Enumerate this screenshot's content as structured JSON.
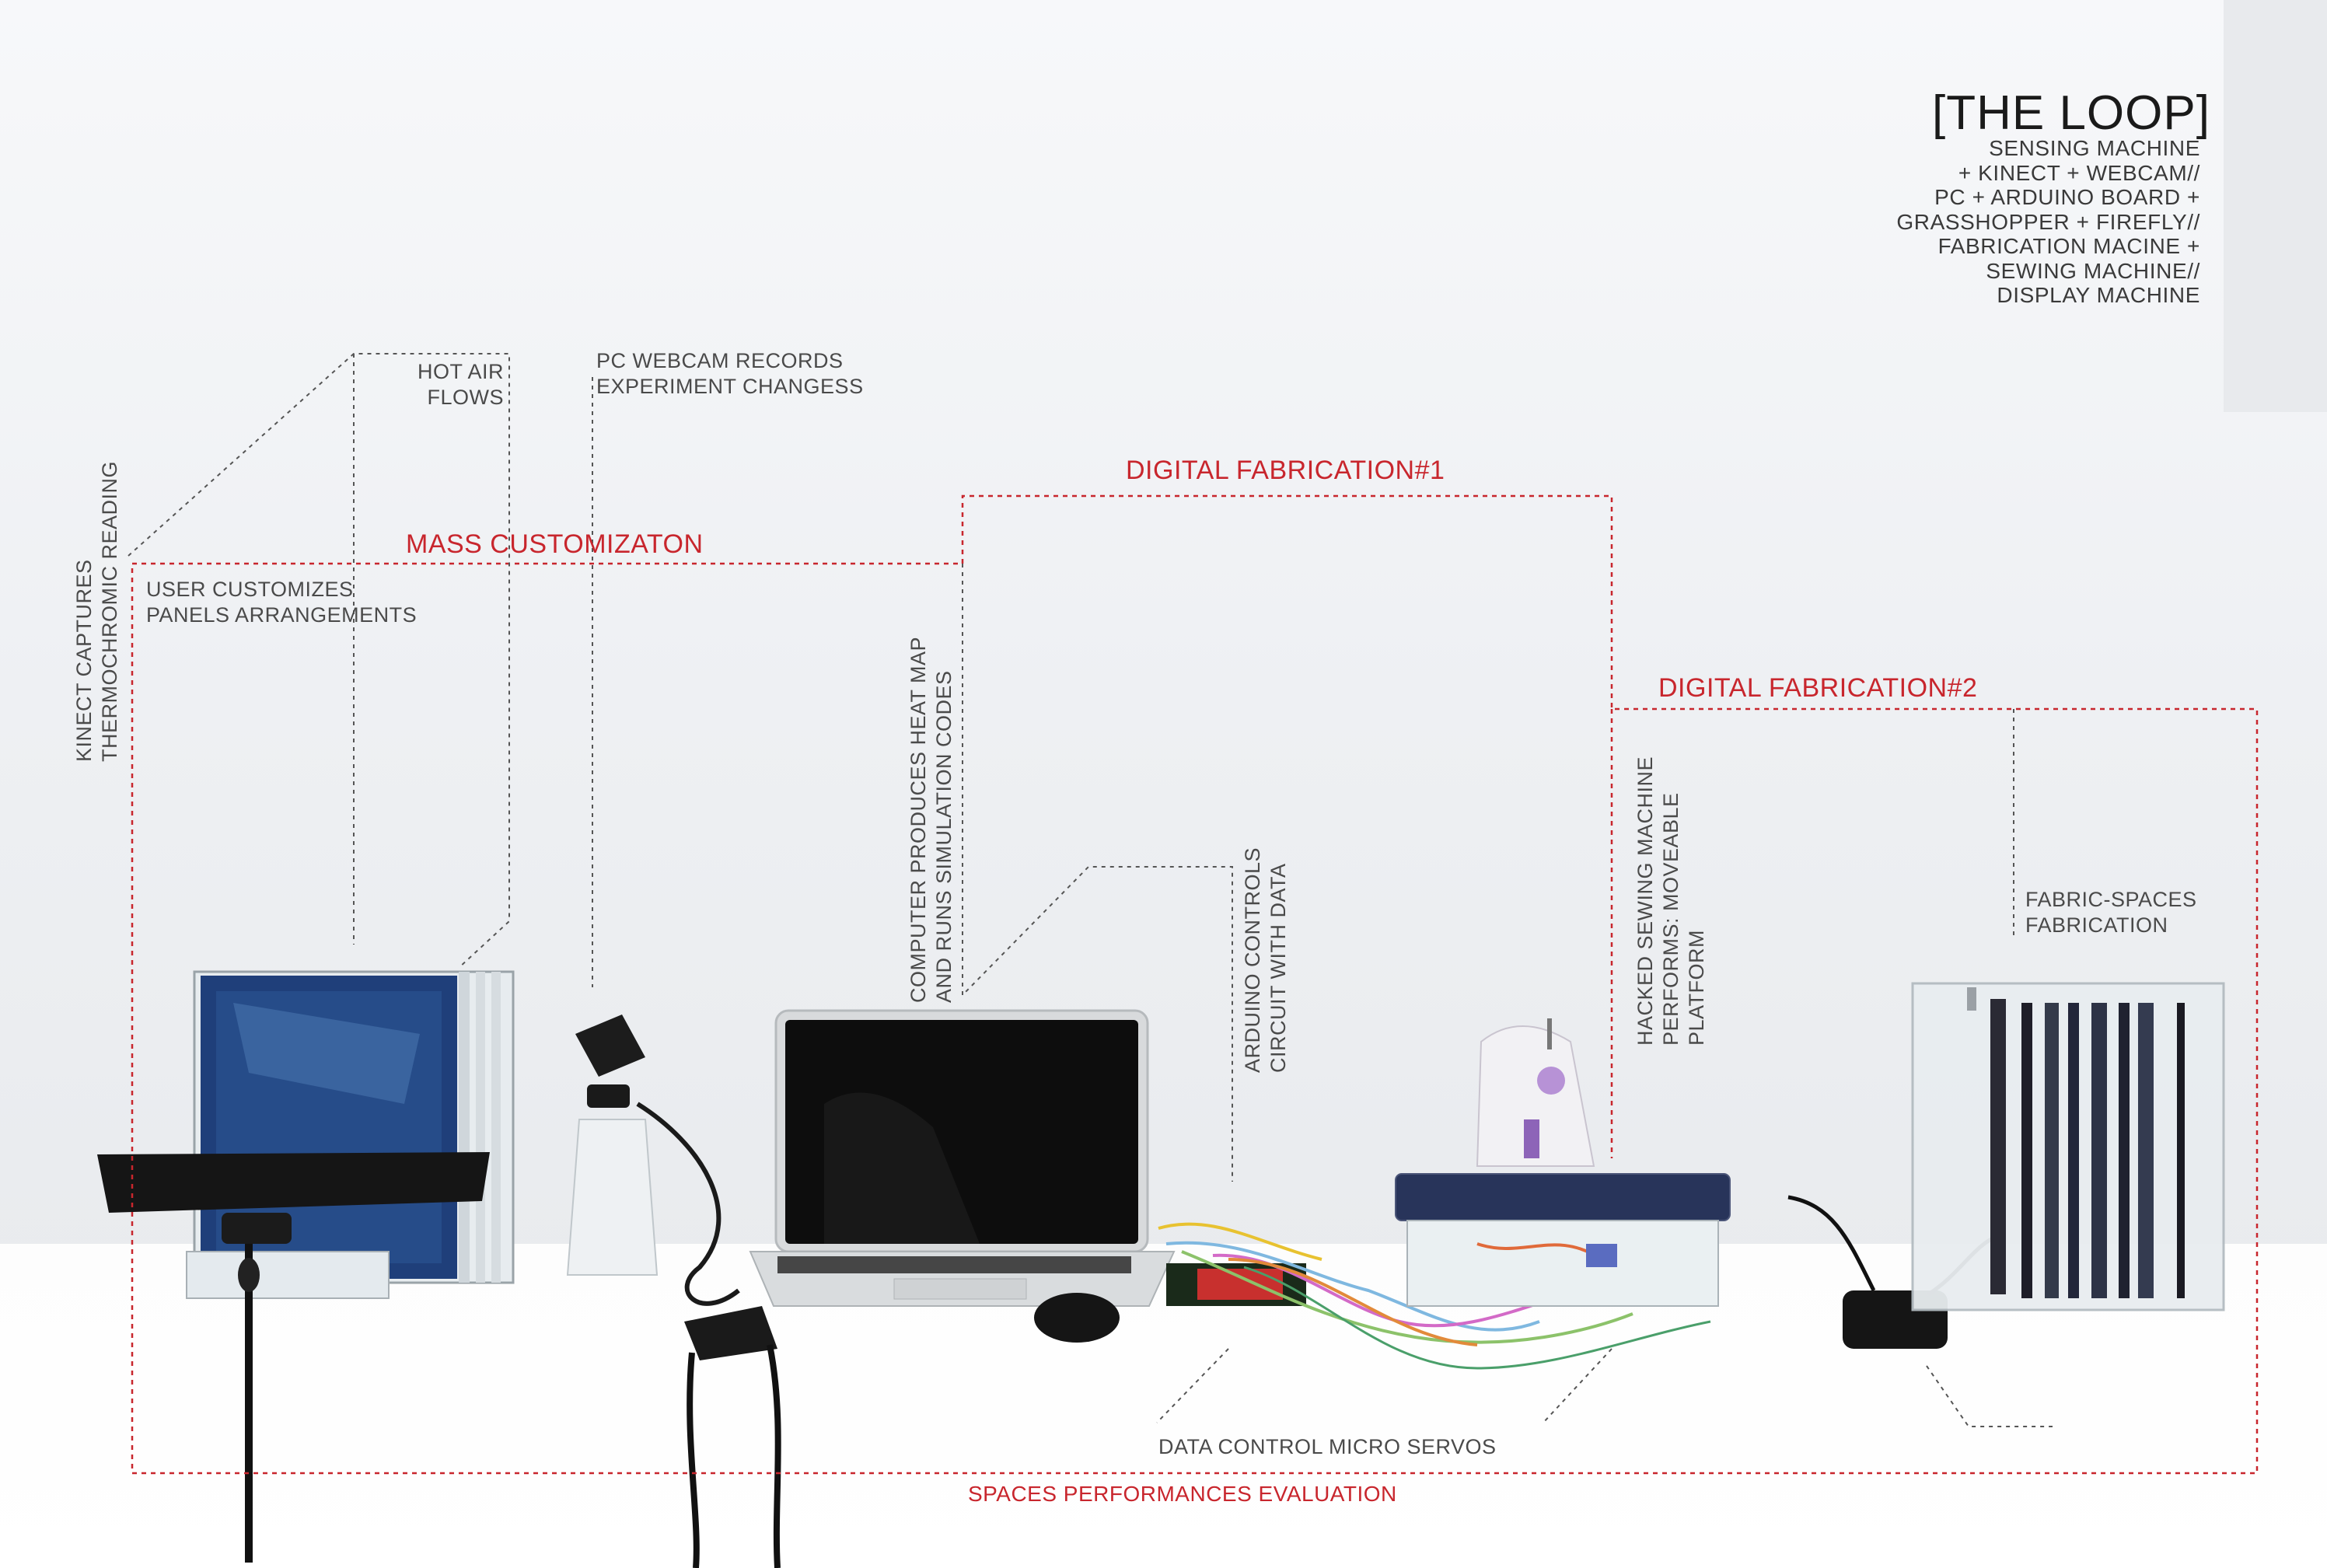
{
  "title_block": {
    "title": "[THE LOOP]",
    "lines": [
      "SENSING MACHINE",
      "+ KINECT + WEBCAM//",
      "PC + ARDUINO BOARD +",
      "GRASSHOPPER + FIREFLY//",
      "FABRICATION MACINE +",
      "SEWING MACHINE//",
      "DISPLAY MACHINE"
    ]
  },
  "stages": {
    "mass_customization": "MASS CUSTOMIZATON",
    "digital_fabrication_1": "DIGITAL FABRICATION#1",
    "digital_fabrication_2": "DIGITAL FABRICATION#2",
    "spaces_performances": "SPACES PERFORMANCES EVALUATION"
  },
  "annotations": {
    "hot_air": "HOT AIR\nFLOWS",
    "webcam": "PC WEBCAM RECORDS\nEXPERIMENT CHANGESS",
    "user_customizes": "USER CUSTOMIZES\nPANELS ARRANGEMENTS",
    "kinect": "KINECT CAPTURES\nTHERMOCHROMIC READING",
    "computer": "COMPUTER PRODUCES HEAT MAP\nAND RUNS SIMULATION CODES",
    "arduino": "ARDUINO CONTROLS\nCIRCUIT WITH DATA",
    "sewing": "HACKED SEWING MACHINE\nPERFORMS: MOVEABLE\nPLATFORM",
    "fabric_spaces": "FABRIC-SPACES\nFABRICATION",
    "data_control": "DATA CONTROL MICRO SERVOS"
  },
  "colors": {
    "stage_red": "#c8262d",
    "leader_gray": "#555555",
    "text_gray": "#4a4a4a"
  }
}
